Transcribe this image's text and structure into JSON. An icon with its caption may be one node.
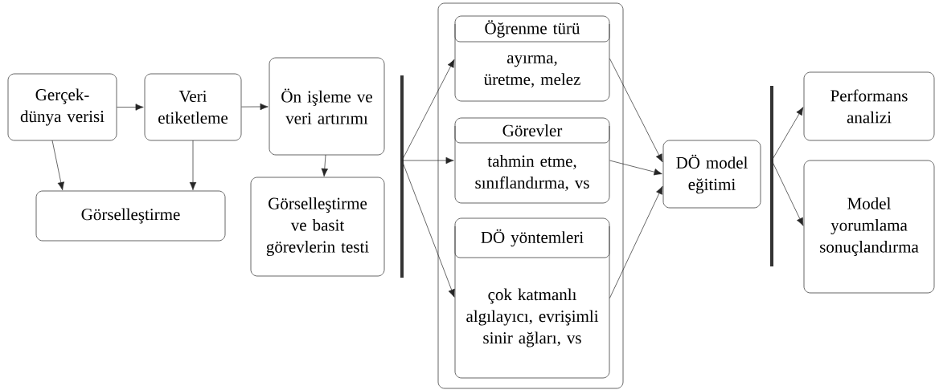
{
  "diagram": {
    "nodes": [
      {
        "text": [
          "Gerçek-dünya verisi"
        ]
      },
      {
        "text": [
          "Veri etiketleme"
        ]
      },
      {
        "text": [
          "Görselleştirme"
        ]
      },
      {
        "text": [
          "Ön işleme ve veri artırımı"
        ]
      },
      {
        "text": [
          "Görselleştirme ve basit görevlerin testi"
        ]
      },
      {
        "text": [],
        "shape": "bar"
      },
      {
        "text": [],
        "shape": "box"
      },
      {
        "text": [
          "Öğrenme türü",
          "ayırma, üretme, melez"
        ],
        "in": 6
      },
      {
        "text": [
          "Görevler",
          "tahmin etme, sınıflandırma, vs"
        ],
        "in": 6
      },
      {
        "text": [
          "DÖ yöntemleri",
          "çok katmanlı algılayıcı, evrişimli sinir ağları, vs"
        ],
        "in": 6
      },
      {
        "text": [
          "DÖ model eğitimi"
        ]
      },
      {
        "text": [],
        "shape": "bar"
      },
      {
        "text": [
          "Performans analizi"
        ]
      },
      {
        "text": [
          "Model yorumlama sonuçlandırma"
        ]
      }
    ],
    "edges": [
      {
        "from": 0,
        "to": 1,
        "arrow": "to"
      },
      {
        "from": 1,
        "to": 3,
        "arrow": "to"
      },
      {
        "from": 0,
        "to": 2,
        "arrow": "to"
      },
      {
        "from": 1,
        "to": 2,
        "arrow": "to"
      },
      {
        "from": 3,
        "to": 4,
        "arrow": "to"
      },
      {
        "from": 5,
        "to": 7,
        "arrow": "to"
      },
      {
        "from": 5,
        "to": 8,
        "arrow": "to"
      },
      {
        "from": 5,
        "to": 9,
        "arrow": "to"
      },
      {
        "from": 7,
        "to": 10,
        "arrow": "to"
      },
      {
        "from": 8,
        "to": 10,
        "arrow": "to"
      },
      {
        "from": 9,
        "to": 10,
        "arrow": "to"
      },
      {
        "from": 11,
        "to": 12,
        "arrow": "to"
      },
      {
        "from": 11,
        "to": 13,
        "arrow": "to"
      }
    ]
  }
}
